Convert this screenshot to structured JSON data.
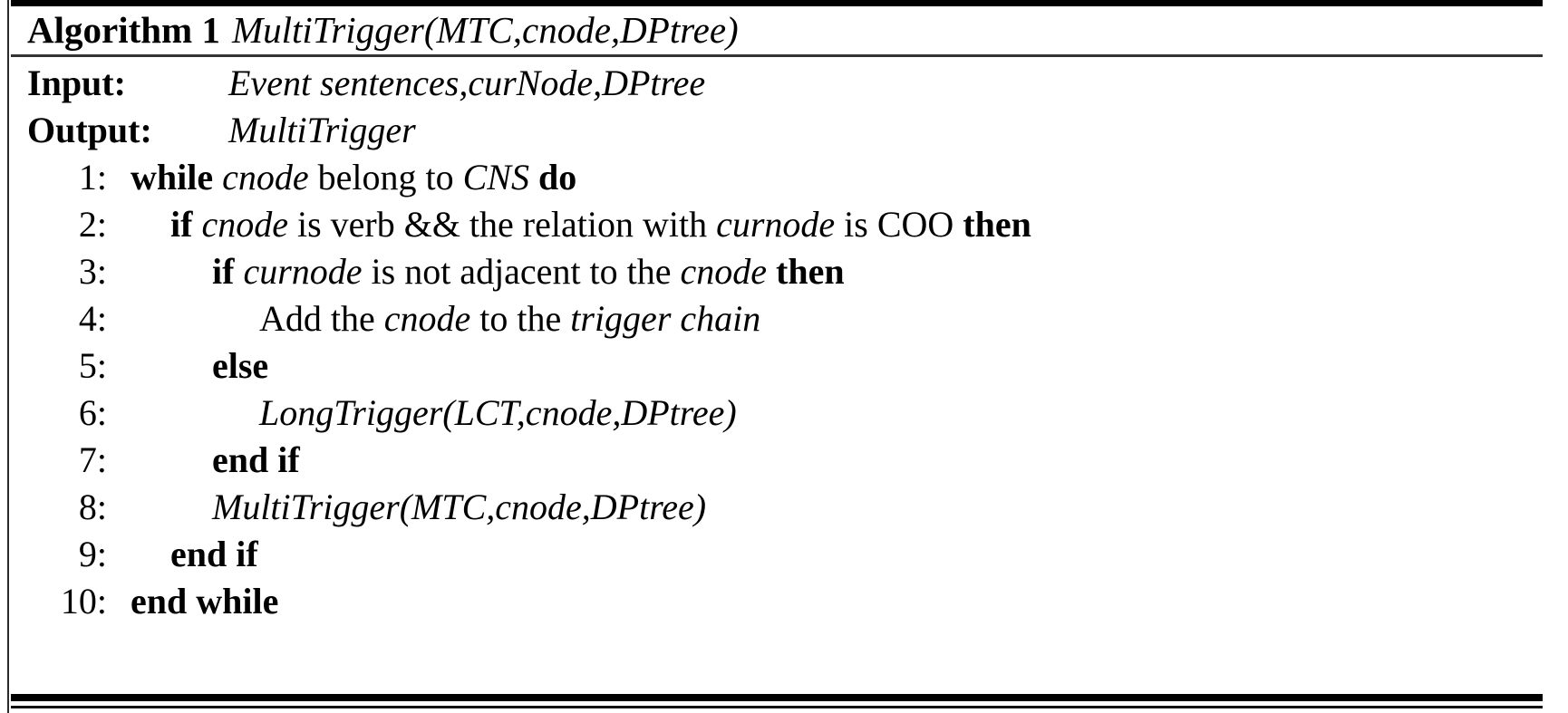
{
  "algorithm": {
    "label": "Algorithm 1",
    "signature": "MultiTrigger(MTC,cnode,DPtree)",
    "io": {
      "input_label": "Input:",
      "input_value": "Event sentences,curNode,DPtree",
      "output_label": "Output:",
      "output_value": "MultiTrigger"
    },
    "lines": [
      {
        "number": "1:",
        "indent": 0,
        "parts": [
          {
            "text": "while",
            "style": "kw"
          },
          {
            "text": "cnode",
            "style": "var"
          },
          {
            "text": "belong to",
            "style": "txt"
          },
          {
            "text": "CNS",
            "style": "var"
          },
          {
            "text": "do",
            "style": "kw"
          }
        ]
      },
      {
        "number": "2:",
        "indent": 1,
        "parts": [
          {
            "text": "if",
            "style": "kw"
          },
          {
            "text": "cnode",
            "style": "var"
          },
          {
            "text": "is verb && the relation with",
            "style": "txt"
          },
          {
            "text": "curnode",
            "style": "var"
          },
          {
            "text": "is COO",
            "style": "txt"
          },
          {
            "text": "then",
            "style": "kw"
          }
        ]
      },
      {
        "number": "3:",
        "indent": 2,
        "parts": [
          {
            "text": "if",
            "style": "kw"
          },
          {
            "text": "curnode",
            "style": "var"
          },
          {
            "text": "is not adjacent to the",
            "style": "txt"
          },
          {
            "text": "cnode",
            "style": "var"
          },
          {
            "text": "then",
            "style": "kw"
          }
        ]
      },
      {
        "number": "4:",
        "indent": 3,
        "parts": [
          {
            "text": "Add the",
            "style": "txt"
          },
          {
            "text": "cnode",
            "style": "var"
          },
          {
            "text": "to the",
            "style": "txt"
          },
          {
            "text": "trigger chain",
            "style": "var"
          }
        ]
      },
      {
        "number": "5:",
        "indent": 2,
        "parts": [
          {
            "text": "else",
            "style": "kw"
          }
        ]
      },
      {
        "number": "6:",
        "indent": 3,
        "parts": [
          {
            "text": "LongTrigger(LCT,cnode,DPtree)",
            "style": "call"
          }
        ]
      },
      {
        "number": "7:",
        "indent": 2,
        "parts": [
          {
            "text": "end if",
            "style": "kw"
          }
        ]
      },
      {
        "number": "8:",
        "indent": 2,
        "parts": [
          {
            "text": "MultiTrigger(MTC,cnode,DPtree)",
            "style": "call"
          }
        ]
      },
      {
        "number": "9:",
        "indent": 1,
        "parts": [
          {
            "text": "end if",
            "style": "kw"
          }
        ]
      },
      {
        "number": "10:",
        "indent": 0,
        "parts": [
          {
            "text": "end while",
            "style": "kw"
          }
        ]
      }
    ]
  }
}
